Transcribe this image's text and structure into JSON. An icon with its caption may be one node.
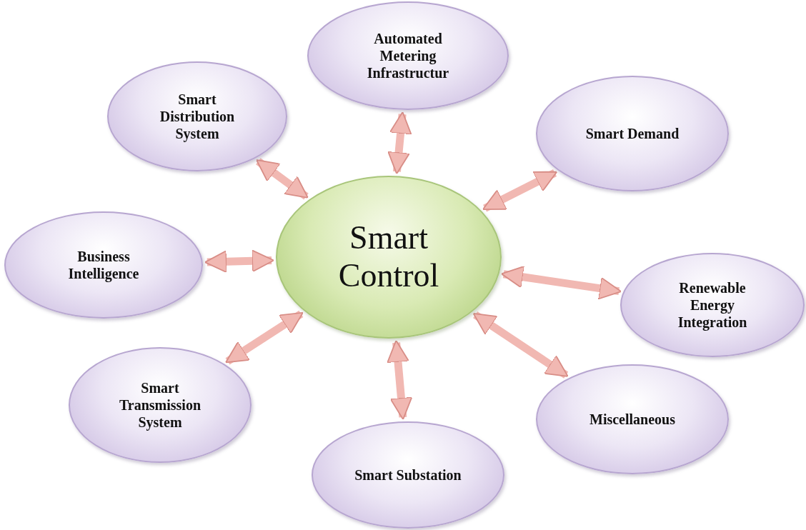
{
  "diagram": {
    "nodes": [
      {
        "text": [
          "Smart Control"
        ]
      },
      {
        "text": [
          "Automated Metering Infrastructur"
        ]
      },
      {
        "text": [
          "Smart Distribution System"
        ]
      },
      {
        "text": [
          "Smart Demand"
        ]
      },
      {
        "text": [
          "Business Intelligence"
        ]
      },
      {
        "text": [
          "Renewable Energy Integration"
        ]
      },
      {
        "text": [
          "Smart Transmission System"
        ]
      },
      {
        "text": [
          "Miscellaneous"
        ]
      },
      {
        "text": [
          "Smart Substation"
        ]
      }
    ],
    "edges": [
      {
        "from": 1,
        "to": 0,
        "arrow": "both"
      },
      {
        "from": 2,
        "to": 0,
        "arrow": "both"
      },
      {
        "from": 3,
        "to": 0,
        "arrow": "both"
      },
      {
        "from": 4,
        "to": 0,
        "arrow": "both"
      },
      {
        "from": 5,
        "to": 0,
        "arrow": "both"
      },
      {
        "from": 6,
        "to": 0,
        "arrow": "both"
      },
      {
        "from": 7,
        "to": 0,
        "arrow": "both"
      },
      {
        "from": 8,
        "to": 0,
        "arrow": "both"
      }
    ]
  }
}
